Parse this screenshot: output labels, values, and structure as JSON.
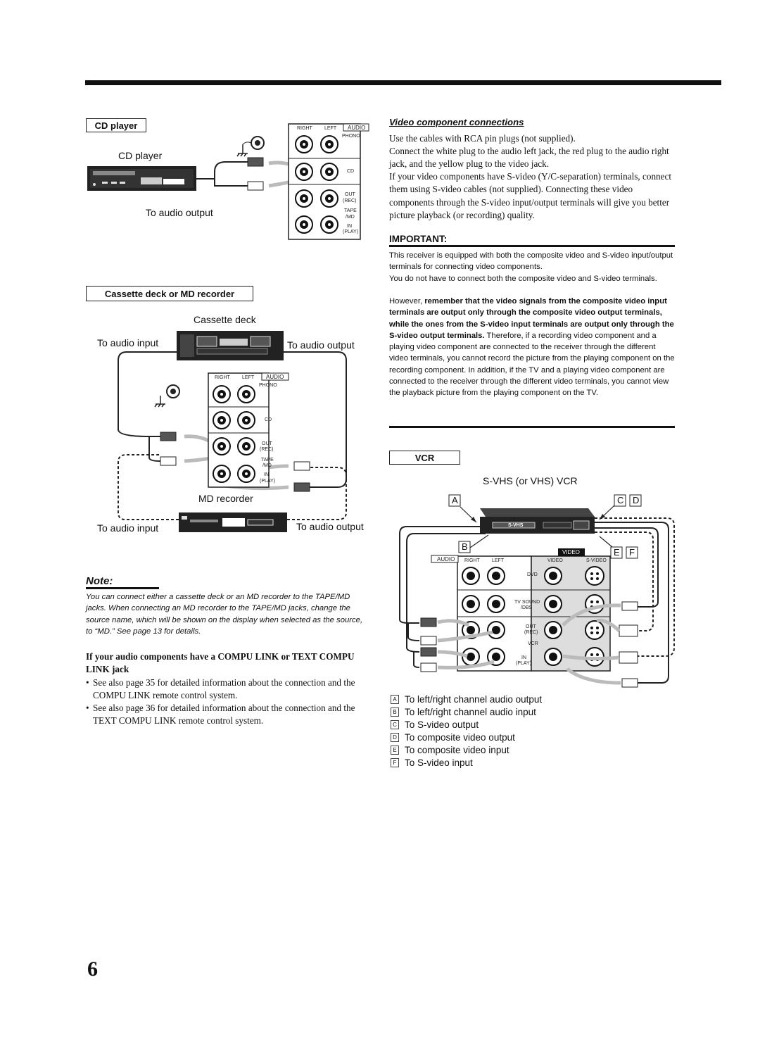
{
  "cd_section": {
    "box_label": "CD player",
    "device_label": "CD player",
    "output_label": "To audio output"
  },
  "panel_labels": {
    "right": "RIGHT",
    "left": "LEFT",
    "audio": "AUDIO",
    "phono": "PHONO",
    "cd": "CD",
    "out": "OUT",
    "rec": "(REC)",
    "tape": "TAPE",
    "md": "/MD",
    "in": "IN",
    "play": "(PLAY)"
  },
  "tape_section": {
    "box_label": "Cassette deck or MD recorder",
    "cassette_label": "Cassette deck",
    "input_label_1": "To audio input",
    "output_label_1": "To audio output",
    "md_label": "MD recorder",
    "input_label_2": "To audio input",
    "output_label_2": "To audio output"
  },
  "note": {
    "heading": "Note:",
    "text": "You can connect either a cassette deck or an MD recorder to the TAPE/MD jacks. When connecting an MD recorder to the TAPE/MD jacks, change the source name, which will be shown on the display when selected as the source, to “MD.” See page 13 for details."
  },
  "compu_link": {
    "heading": "If your audio components have a COMPU LINK or TEXT COMPU LINK jack",
    "bullets": [
      "See also page 35 for detailed information about the connection and the COMPU LINK remote control system.",
      "See also page 36 for detailed information about the connection and the TEXT COMPU LINK remote control system."
    ]
  },
  "video_section": {
    "heading": "Video component connections",
    "para1": "Use the cables with RCA pin plugs (not supplied).",
    "para2": "Connect the white plug to the audio left jack, the red plug to the audio right jack, and the yellow plug to the video jack.",
    "para3": "If your video components have S-video (Y/C-separation) terminals, connect them using S-video cables (not supplied). Connecting these video components through the S-video input/output terminals will give you better picture playback (or recording) quality."
  },
  "important": {
    "heading": "IMPORTANT:",
    "p1": "This receiver is equipped with both the composite video and S-video input/output terminals for connecting video components.",
    "p2": "You do not have to connect both the composite video and S-video terminals.",
    "p3_lead": "However, ",
    "p3_bold": "remember that the video signals from the composite video input terminals are output only through the composite video output terminals, while the ones from the S-video input terminals are output only through the S-video output terminals.",
    "p3_rest": " Therefore, if a recording video component and a playing video component are connected to the receiver through the different video terminals, you cannot record the picture from the playing component on the recording component. In addition, if the TV and a playing video component are connected to the receiver through the different video terminals, you cannot view the playback picture from the playing component on the TV."
  },
  "vcr_section": {
    "box_label": "VCR",
    "device_label": "S-VHS (or VHS) VCR",
    "vcr_badge": "S-VHS",
    "letter_a": "A",
    "letter_b": "B",
    "letter_c": "C",
    "letter_d": "D",
    "letter_e": "E",
    "letter_f": "F",
    "video_label": "VIDEO",
    "audio_label": "AUDIO",
    "svideo_label": "S-VIDEO",
    "dvd": "DVD",
    "tv_sound": "TV SOUND",
    "dbs": "/DBS",
    "vcr_row": "VCR"
  },
  "legend": [
    {
      "key": "A",
      "text": "To left/right channel audio output"
    },
    {
      "key": "B",
      "text": "To left/right channel audio input"
    },
    {
      "key": "C",
      "text": "To S-video output"
    },
    {
      "key": "D",
      "text": "To composite video output"
    },
    {
      "key": "E",
      "text": "To composite video input"
    },
    {
      "key": "F",
      "text": "To S-video input"
    }
  ],
  "page_number": "6"
}
